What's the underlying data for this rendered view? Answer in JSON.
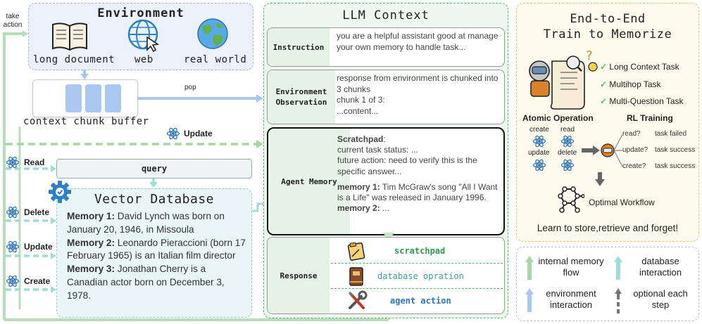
{
  "left_actions": {
    "take_action": "take action",
    "update_top": "Update",
    "read": "Read",
    "delete": "Delete",
    "update": "Update",
    "create": "Create"
  },
  "environment": {
    "title": "Environment",
    "items": [
      "long document",
      "web",
      "real world"
    ]
  },
  "buffer": {
    "label": "context chunk buffer",
    "pop_label": "pop"
  },
  "query": "query",
  "vector_db": {
    "title": "Vector Database",
    "memories": [
      {
        "key": "Memory 1:",
        "text": " David Lynch was born on January 20, 1946, in Missoula"
      },
      {
        "key": "Memory 2:",
        "text": " Leonardo Pieraccioni (born 17 February 1965) is an Italian film director"
      },
      {
        "key": "Memory 3:",
        "text": " Jonathan Cherry is a Canadian actor born on December 3, 1978."
      }
    ]
  },
  "llm_context": {
    "title": "LLM Context",
    "instruction_label": "Instruction",
    "instruction_text": "you are a helpful assistant good at manage your own memory to handle task...",
    "observation_label": "Environment Observation",
    "observation_text": "response from environment is chunked into 3 chunks\nchunk 1 of 3:\n...content...",
    "agent_memory_label": "Agent Memory",
    "scratchpad_title": "Scratchpad",
    "scratchpad_lines": [
      "current task status: ...",
      "future action: need to verify this is the specific answer..."
    ],
    "memory1_key": "memory 1:",
    "memory1_text": " Tim McGraw's song \"All I Want is a Life\" was released in January 1996.",
    "memory2_key": "memory 2:",
    "memory2_text": " ...",
    "response_label": "Response",
    "responses": [
      {
        "label": "scratchpad",
        "color": "#2e9a52",
        "icon": "notepad-icon"
      },
      {
        "label": "database opration",
        "color": "#3a9ea8",
        "icon": "book-icon"
      },
      {
        "label": "agent action",
        "color": "#2f76c0",
        "icon": "tools-icon"
      }
    ]
  },
  "end_to_end": {
    "title_line1": "End-to-End",
    "title_line2": "Train to Memorize",
    "tasks": [
      "Long Context Task",
      "Multihop Task",
      "Multi-Question Task"
    ],
    "atomic_title": "Atomic Operation",
    "rl_title": "RL Training",
    "ops": [
      "create",
      "read",
      "update",
      "delete"
    ],
    "rl_rows": [
      {
        "q": "read?",
        "result": "task failed"
      },
      {
        "q": "update?",
        "result": "task success"
      },
      {
        "q": "create?",
        "result": "task success"
      }
    ],
    "workflow": "Optimal Workflow",
    "tagline": "Learn to store,retrieve and forget!"
  },
  "legend": {
    "items": [
      {
        "label": "internal memory flow",
        "color": "#a6d6a6"
      },
      {
        "label": "database interaction",
        "color": "#9fdcd6"
      },
      {
        "label": "environment interaction",
        "color": "#a9c7ef"
      },
      {
        "label": "optional each step",
        "color": "#777777"
      }
    ]
  }
}
